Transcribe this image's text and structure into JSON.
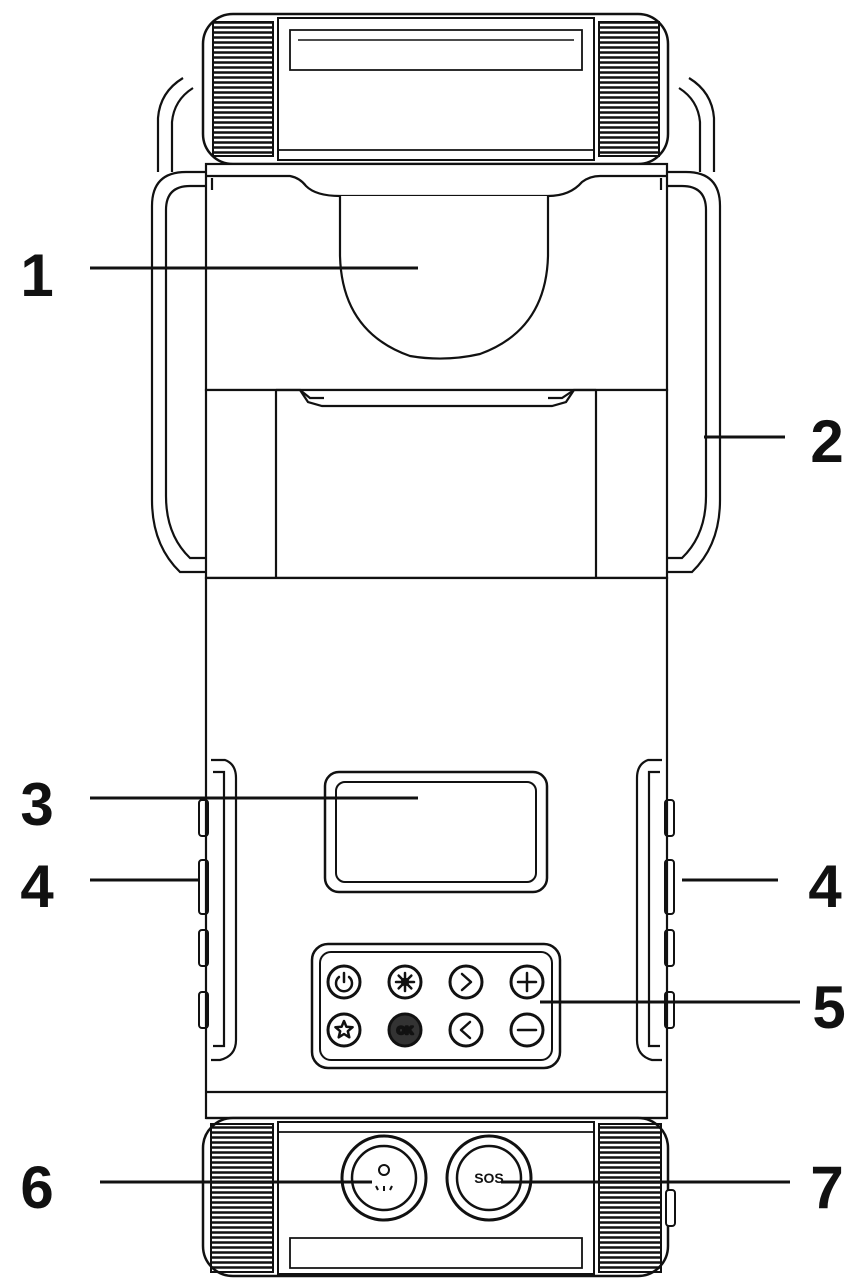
{
  "callouts": [
    {
      "id": "1",
      "label": "1"
    },
    {
      "id": "2",
      "label": "2"
    },
    {
      "id": "3",
      "label": "3"
    },
    {
      "id": "4",
      "label": "4"
    },
    {
      "id": "4b",
      "label": "4"
    },
    {
      "id": "5",
      "label": "5"
    },
    {
      "id": "6",
      "label": "6"
    },
    {
      "id": "7",
      "label": "7"
    }
  ],
  "keypad": {
    "buttons": [
      {
        "icon": "power-icon",
        "label": ""
      },
      {
        "icon": "snowflake-icon",
        "label": ""
      },
      {
        "icon": "chevron-right-icon",
        "label": ""
      },
      {
        "icon": "plus-icon",
        "label": ""
      },
      {
        "icon": "star-icon",
        "label": ""
      },
      {
        "icon": "ok-icon",
        "label": "OK"
      },
      {
        "icon": "chevron-left-icon",
        "label": ""
      },
      {
        "icon": "minus-icon",
        "label": ""
      }
    ]
  },
  "bottom_buttons": {
    "light_icon": "light-icon",
    "sos_label": "SOS"
  },
  "colors": {
    "line": "#111111",
    "fill": "#ffffff",
    "button_dark": "#333333"
  }
}
